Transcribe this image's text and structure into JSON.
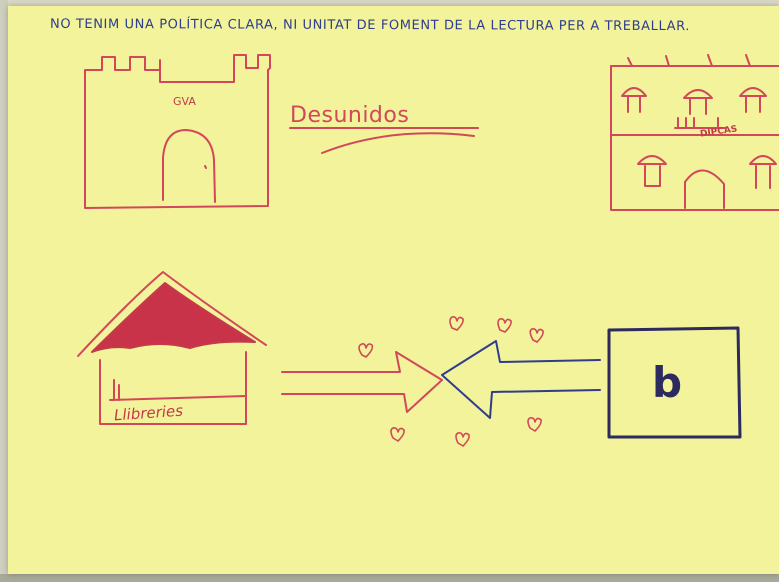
{
  "headline": "NO TENIM UNA POLÍTICA CLARA, NI UNITAT DE FOMENT DE LA LECTURA PER A TREBALLAR.",
  "castle_label": "GVA",
  "center_word": "Desunidos",
  "building_label": "DIPCAS",
  "kiosk_label": "Llibreries",
  "box_letter": "b",
  "colors": {
    "paper": "#f2f39a",
    "red_marker": "#d2485a",
    "blue_marker": "#2f3d8c",
    "dark_marker": "#2c2a5e"
  }
}
